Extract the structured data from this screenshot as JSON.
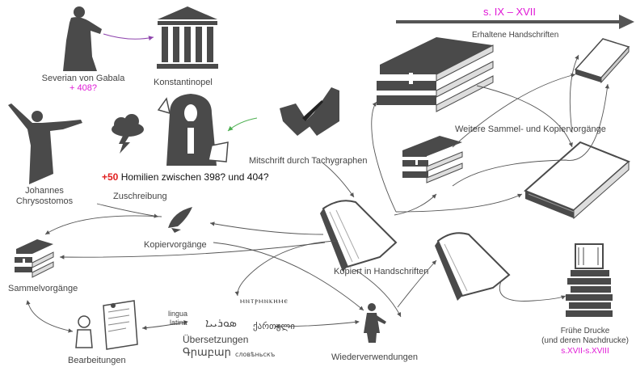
{
  "timeline": {
    "range": "s. IX – XVII",
    "label": "Erhaltene Handschriften"
  },
  "severian": {
    "name": "Severian von Gabala",
    "date": "+ 408?"
  },
  "konstantinopel": "Konstantinopel",
  "johannes": {
    "line1": "Johannes",
    "line2": "Chrysostomos"
  },
  "homilies": {
    "count": "+50",
    "text": "Homilien zwischen 398? und 404?"
  },
  "mitschrift": "Mitschrift durch Tachygraphen",
  "zuschreibung": "Zuschreibung",
  "kopiervorgaenge": "Kopiervorgänge",
  "sammelvorgaenge": "Sammelvorgänge",
  "kopiert": "Kopiert in Handschriften",
  "weitere": "Weitere Sammel- und Kopiervorgänge",
  "fruehe": {
    "line1": "Frühe Drucke",
    "line2": "(und deren Nachdrucke)",
    "date": "s.XVII-s.XVIII"
  },
  "translations": {
    "coptic": "ⲙⲛⲧⲣⲙⲛⲕⲏⲙⲉ",
    "lingua1": "lingua",
    "lingua2": "latina",
    "syriac": "ܣܘܪܝܝܐ",
    "georgian": "ქართული",
    "title": "Übersetzungen",
    "armenian": "Գրաբար",
    "slavonic": "словѣньскъ"
  },
  "bearbeitungen": "Bearbeitungen",
  "wiederverwendungen": "Wiederverwendungen",
  "colors": {
    "accent": "#e019d6",
    "count": "#e02020",
    "arrow": "#555555",
    "silhouette": "#4a4a4a",
    "inkarrow": "#8e44ad",
    "greenarrow": "#4caf50"
  }
}
